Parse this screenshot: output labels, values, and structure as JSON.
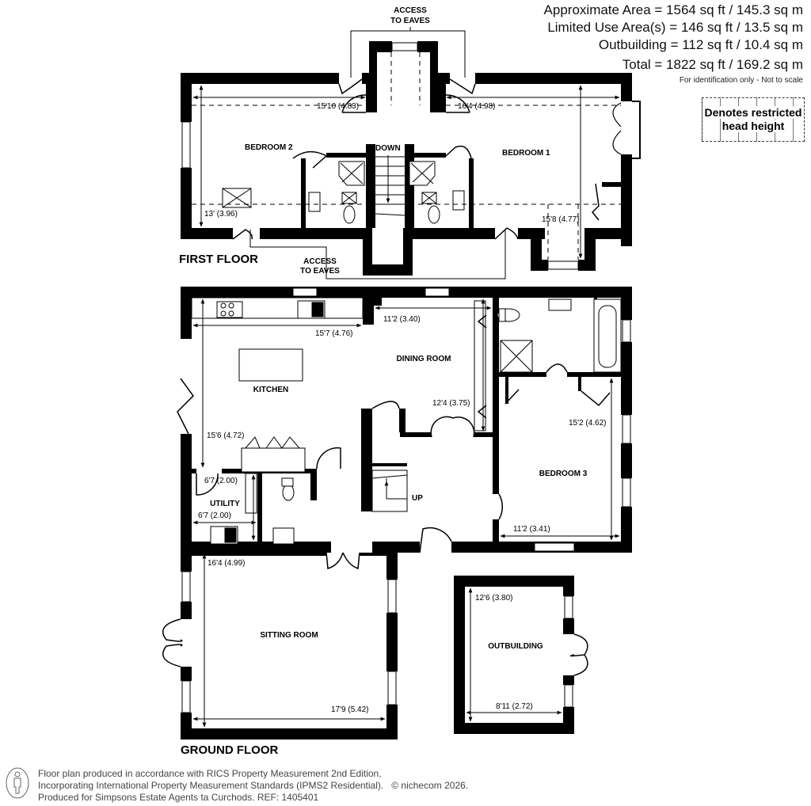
{
  "areas": {
    "approximate": "Approximate Area = 1564 sq ft / 145.3 sq m",
    "limited_use": "Limited Use Area(s) = 146 sq ft / 13.5 sq m",
    "outbuilding": "Outbuilding = 112 sq ft / 10.4 sq m",
    "total": "Total = 1822 sq ft / 169.2 sq m"
  },
  "note": "For identification only - Not to scale",
  "legend": {
    "line1": "Denotes restricted",
    "line2": "head height"
  },
  "first_floor": {
    "title": "FIRST FLOOR",
    "access_top": [
      "ACCESS",
      "TO EAVES"
    ],
    "access_bottom": [
      "ACCESS",
      "TO EAVES"
    ],
    "stairs": "DOWN",
    "rooms": [
      {
        "name": "BEDROOM 2",
        "dims": [
          "15'10 (4.83)",
          "13' (3.96)"
        ]
      },
      {
        "name": "BEDROOM 1",
        "dims": [
          "16'4 (4.98)",
          "15'8 (4.77)"
        ]
      }
    ]
  },
  "ground_floor": {
    "title": "GROUND FLOOR",
    "stairs": "UP",
    "rooms": [
      {
        "name": "KITCHEN",
        "dims": [
          "15'7 (4.76)",
          "15'6 (4.72)"
        ]
      },
      {
        "name": "DINING ROOM",
        "dims": [
          "11'2 (3.40)",
          "12'4 (3.75)"
        ]
      },
      {
        "name": "UTILITY",
        "dims": [
          "6'7 (2.00)",
          "6'7 (2.00)"
        ]
      },
      {
        "name": "BEDROOM 3",
        "dims": [
          "15'2 (4.62)",
          "11'2 (3.41)"
        ]
      },
      {
        "name": "SITTING ROOM",
        "dims": [
          "16'4 (4.99)",
          "17'9 (5.42)"
        ]
      },
      {
        "name": "OUTBUILDING",
        "dims": [
          "12'6 (3.80)",
          "8'11 (2.72)"
        ]
      }
    ]
  },
  "footer": {
    "line1": "Floor plan produced in accordance with RICS Property Measurement 2nd Edition,",
    "line2": "Incorporating International Property Measurement Standards (IPMS2 Residential).",
    "copyright": "© nichecom 2026.",
    "line3": "Produced for Simpsons Estate Agents ta Curchods.   REF: 1405401"
  },
  "colors": {
    "wall": "#000000",
    "background": "#ffffff",
    "text": "#111111"
  }
}
